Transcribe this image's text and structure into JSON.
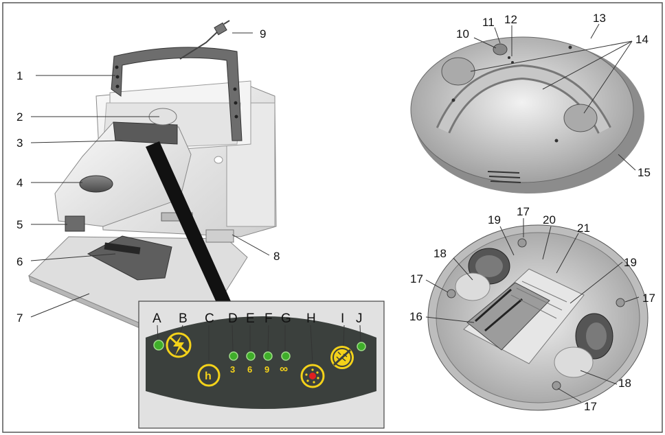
{
  "callouts": {
    "c1": "1",
    "c2": "2",
    "c3": "3",
    "c4": "4",
    "c5": "5",
    "c6": "6",
    "c7": "7",
    "c8": "8",
    "c9": "9",
    "c10": "10",
    "c11": "11",
    "c12": "12",
    "c13": "13",
    "c14": "14",
    "c15": "15",
    "c16": "16",
    "c17a": "17",
    "c17b": "17",
    "c17c": "17",
    "c17d": "17",
    "c18a": "18",
    "c18b": "18",
    "c19a": "19",
    "c19b": "19",
    "c20": "20",
    "c21": "21"
  },
  "panel": {
    "letters": {
      "a": "A",
      "b": "B",
      "c": "C",
      "d": "D",
      "e": "E",
      "f": "F",
      "g": "G",
      "h": "H",
      "i": "I",
      "j": "J"
    },
    "values": {
      "d": "3",
      "e": "6",
      "f": "9",
      "g": "∞"
    },
    "icons": {
      "b": "power-bolt-icon",
      "c": "hours-icon",
      "h": "spot-clean-icon",
      "i": "brush-error-icon"
    },
    "colors": {
      "panel_bg": "#3b403d",
      "led_green": "#3fae2a",
      "led_red": "#e02020",
      "symbol_yellow": "#f4d21a"
    }
  }
}
